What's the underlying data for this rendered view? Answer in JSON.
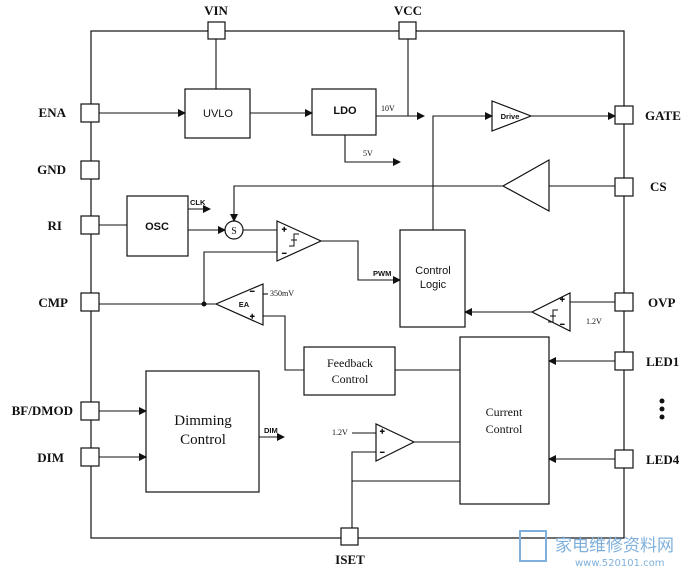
{
  "pins": {
    "vin": "VIN",
    "vcc": "VCC",
    "ena": "ENA",
    "gnd": "GND",
    "ri": "RI",
    "cmp": "CMP",
    "bf_dmod": "BF/DMOD",
    "dim": "DIM",
    "iset": "ISET",
    "gate": "GATE",
    "cs": "CS",
    "ovp": "OVP",
    "led1": "LED1",
    "led4": "LED4"
  },
  "blocks": {
    "uvlo": "UVLO",
    "ldo": "LDO",
    "osc": "OSC",
    "control_logic": [
      "Control",
      "Logic"
    ],
    "feedback_control": [
      "Feedback",
      "Control"
    ],
    "dimming_control": [
      "Dimming",
      "Control"
    ],
    "current_control": [
      "Current",
      "Control"
    ],
    "drive": "Drive",
    "ea": "EA"
  },
  "signals": {
    "ldo_out": "10V",
    "ldo_aux": "5V",
    "clk": "CLK",
    "pwm": "PWM",
    "dim_sig": "DIM",
    "ref_350": "350mV",
    "ovp_ref": "1.2V",
    "iset_ref": "1.2V",
    "sum": "S"
  },
  "watermark": "家电维修资料网",
  "watermark_url": "www.520101.com"
}
